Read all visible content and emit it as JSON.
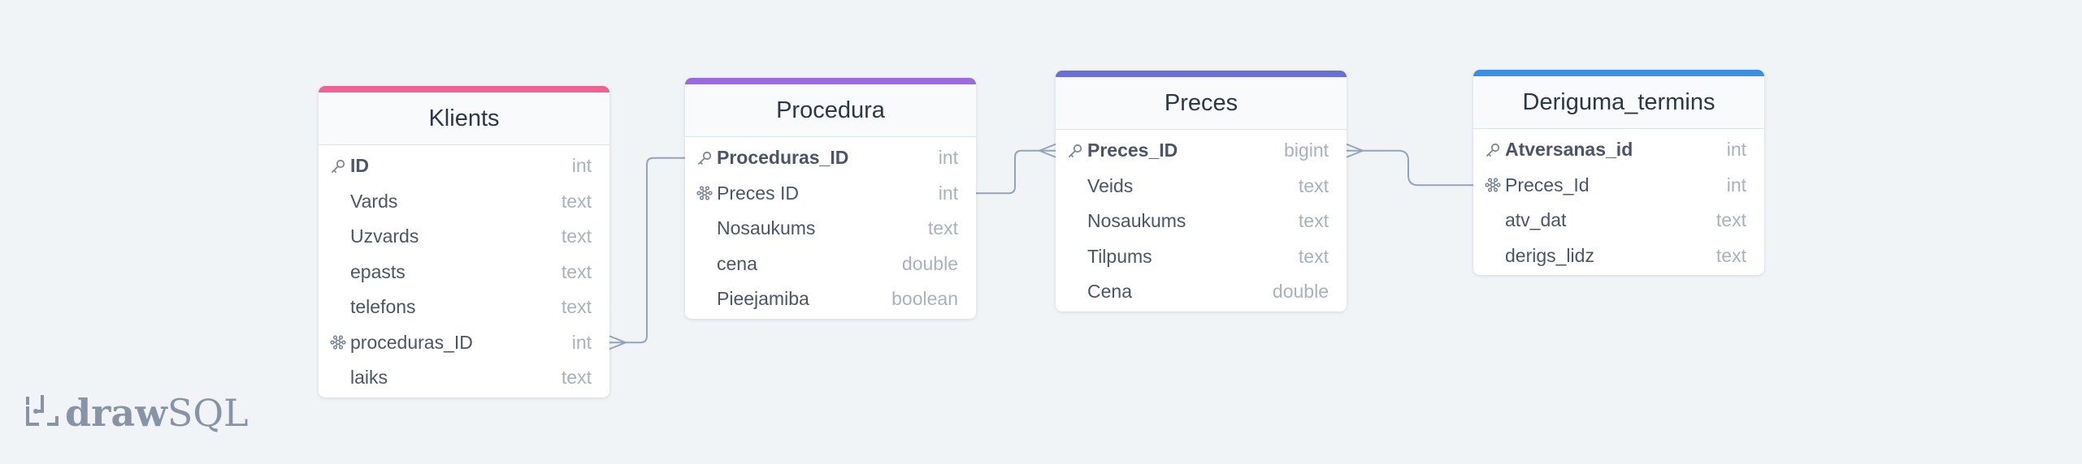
{
  "diagram": {
    "colors": {
      "background": "#f0f4f7",
      "line": "#94a3b8",
      "klients": "#f06292",
      "procedura": "#9c6ade",
      "preces": "#6a6fd8",
      "deriguma": "#3b8fe0"
    },
    "tables": [
      {
        "name": "Klients",
        "color": "#f06292",
        "columns": [
          {
            "name": "ID",
            "type": "int",
            "key": "primary"
          },
          {
            "name": "Vards",
            "type": "text",
            "key": ""
          },
          {
            "name": "Uzvards",
            "type": "text",
            "key": ""
          },
          {
            "name": "epasts",
            "type": "text",
            "key": ""
          },
          {
            "name": "telefons",
            "type": "text",
            "key": ""
          },
          {
            "name": "proceduras_ID",
            "type": "int",
            "key": "foreign"
          },
          {
            "name": "laiks",
            "type": "text",
            "key": ""
          }
        ]
      },
      {
        "name": "Procedura",
        "color": "#9c6ade",
        "columns": [
          {
            "name": "Proceduras_ID",
            "type": "int",
            "key": "primary"
          },
          {
            "name": "Preces ID",
            "type": "int",
            "key": "foreign"
          },
          {
            "name": "Nosaukums",
            "type": "text",
            "key": ""
          },
          {
            "name": "cena",
            "type": "double",
            "key": ""
          },
          {
            "name": "Pieejamiba",
            "type": "boolean",
            "key": ""
          }
        ]
      },
      {
        "name": "Preces",
        "color": "#6a6fd8",
        "columns": [
          {
            "name": "Preces_ID",
            "type": "bigint",
            "key": "primary"
          },
          {
            "name": "Veids",
            "type": "text",
            "key": ""
          },
          {
            "name": "Nosaukums",
            "type": "text",
            "key": ""
          },
          {
            "name": "Tilpums",
            "type": "text",
            "key": ""
          },
          {
            "name": "Cena",
            "type": "double",
            "key": ""
          }
        ]
      },
      {
        "name": "Deriguma_termins",
        "color": "#3b8fe0",
        "columns": [
          {
            "name": "Atversanas_id",
            "type": "int",
            "key": "primary"
          },
          {
            "name": "Preces_Id",
            "type": "int",
            "key": "foreign"
          },
          {
            "name": "atv_dat",
            "type": "text",
            "key": ""
          },
          {
            "name": "derigs_lidz",
            "type": "text",
            "key": ""
          }
        ]
      }
    ],
    "relations": [
      {
        "from_table": "Klients",
        "from_column": "proceduras_ID",
        "to_table": "Procedura",
        "to_column": "Proceduras_ID",
        "from_side": "many"
      },
      {
        "from_table": "Procedura",
        "from_column": "Preces ID",
        "to_table": "Preces",
        "to_column": "Preces_ID",
        "to_side": "many"
      },
      {
        "from_table": "Preces",
        "from_column": "Preces_ID",
        "to_table": "Deriguma_termins",
        "to_column": "Preces_Id",
        "from_side": "many"
      }
    ]
  },
  "logo": {
    "bold_text": "draw",
    "light_text": "SQL",
    "icon": "drawsql-logo-icon"
  }
}
